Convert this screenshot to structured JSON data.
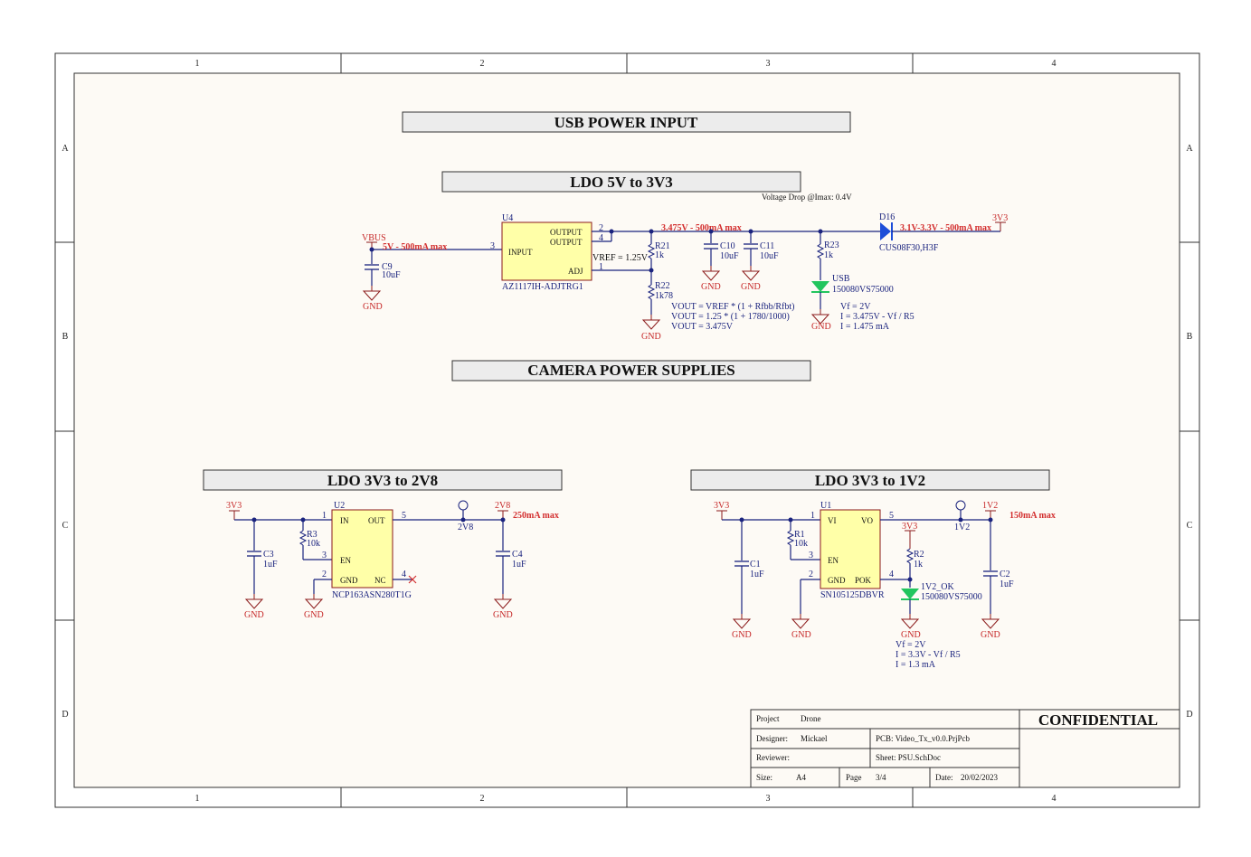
{
  "frame": {
    "columns": [
      "1",
      "2",
      "3",
      "4"
    ],
    "rows": [
      "A",
      "B",
      "C",
      "D"
    ]
  },
  "headings": {
    "usb_power_input": "USB POWER INPUT",
    "ldo_5v_3v3": "LDO 5V to 3V3",
    "camera_power": "CAMERA POWER SUPPLIES",
    "ldo_3v3_2v8": "LDO 3V3 to 2V8",
    "ldo_3v3_1v2": "LDO 3V3 to 1V2"
  },
  "ldo1": {
    "vdrop_note": "Voltage Drop @Imax: 0.4V",
    "vbus": "VBUS",
    "vbus_net": "5V - 500mA max",
    "pin3": "3",
    "pin2": "2",
    "pin4": "4",
    "pin1": "1",
    "u4_ref": "U4",
    "u4_input": "INPUT",
    "u4_output1": "OUTPUT",
    "u4_output2": "OUTPUT",
    "u4_adj": "ADJ",
    "u4_part": "AZ1117IH-ADJTRG1",
    "vref": "VREF = 1.25V",
    "c9_ref": "C9",
    "c9_val": "10uF",
    "gnd": "GND",
    "out_net": "3.475V - 500mA max",
    "r21_ref": "R21",
    "r21_val": "1k",
    "r22_ref": "R22",
    "r22_val": "1k78",
    "c10_ref": "C10",
    "c10_val": "10uF",
    "c11_ref": "C11",
    "c11_val": "10uF",
    "r23_ref": "R23",
    "r23_val": "1k",
    "usb_led": "USB",
    "led_part": "150080VS75000",
    "d16_ref": "D16",
    "d16_part": "CUS08F30,H3F",
    "d16_net": "3.1V-3.3V - 500mA max",
    "v3v3": "3V3",
    "calc1": "VOUT = VREF * (1 + Rfbb/Rfbt)",
    "calc2": "VOUT = 1.25 * (1 + 1780/1000)",
    "calc3": "VOUT = 3.475V",
    "led1": "Vf = 2V",
    "led2": "I = 3.475V - Vf / R5",
    "led3": "I = 1.475 mA"
  },
  "ldo2": {
    "v3v3": "3V3",
    "u2_ref": "U2",
    "u2_in": "IN",
    "u2_out": "OUT",
    "u2_en": "EN",
    "u2_gnd": "GND",
    "u2_nc": "NC",
    "u2_part": "NCP163ASN280T1G",
    "pin1": "1",
    "pin5": "5",
    "pin3": "3",
    "pin2": "2",
    "pin4": "4",
    "r3_ref": "R3",
    "r3_val": "10k",
    "c3_ref": "C3",
    "c3_val": "1uF",
    "c4_ref": "C4",
    "c4_val": "1uF",
    "tp": "2V8",
    "net": "2V8",
    "current": "250mA max",
    "gnd": "GND"
  },
  "ldo3": {
    "v3v3": "3V3",
    "u1_ref": "U1",
    "u1_vi": "VI",
    "u1_vo": "VO",
    "u1_en": "EN",
    "u1_gnd": "GND",
    "u1_pok": "POK",
    "u1_part": "SN105125DBVR",
    "pin1": "1",
    "pin5": "5",
    "pin3": "3",
    "pin2": "2",
    "pin4": "4",
    "r1_ref": "R1",
    "r1_val": "10k",
    "r2_ref": "R2",
    "r2_val": "1k",
    "c1_ref": "C1",
    "c1_val": "1uF",
    "c2_ref": "C2",
    "c2_val": "1uF",
    "tp": "1V2",
    "net": "1V2",
    "current": "150mA max",
    "pull_net": "3V3",
    "led_ref": "1V2_OK",
    "led_part": "150080VS75000",
    "gnd": "GND",
    "calc1": "Vf = 2V",
    "calc2": "I = 3.3V - Vf / R5",
    "calc3": "I = 1.3 mA"
  },
  "title_block": {
    "confidential": "CONFIDENTIAL",
    "project_label": "Project",
    "project_value": "Drone",
    "designer_label": "Designer:",
    "designer_value": "Mickael",
    "pcb": "PCB:  Video_Tx_v0.0.PrjPcb",
    "reviewer_label": "Reviewer:",
    "sheet": "Sheet: PSU.SchDoc",
    "size_label": "Size:",
    "size_value": "A4",
    "page_label": "Page",
    "page_value": "3/4",
    "date_label": "Date:",
    "date_value": "20/02/2023"
  },
  "colors": {
    "sheet_bg": "#fdfaf5",
    "wire": "#1a237e",
    "power": "#8b1a1a",
    "net_red": "#d32f2f",
    "ic_fill": "#ffffa8",
    "led_green": "#22c55e",
    "diode_blue": "#1d4ed8",
    "heading_bg": "#ececec"
  }
}
